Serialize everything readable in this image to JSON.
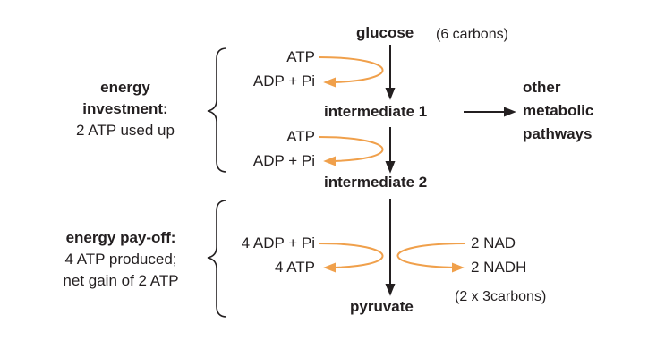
{
  "glucose": {
    "label": "glucose",
    "note": "(6 carbons)"
  },
  "intermediate1": "intermediate 1",
  "intermediate2": "intermediate 2",
  "pyruvate": {
    "label": "pyruvate",
    "note": "(2 x 3carbons)"
  },
  "other_pathways": [
    "other",
    "metabolic",
    "pathways"
  ],
  "step1": {
    "input": "ATP",
    "output": "ADP + Pi"
  },
  "step2": {
    "input": "ATP",
    "output": "ADP + Pi"
  },
  "payoff": {
    "input": "4 ADP + Pi",
    "output": "4 ATP",
    "nad_in": "2 NAD",
    "nad_out": "2 NADH"
  },
  "investment_label": [
    "energy",
    "investment:",
    "2 ATP used up"
  ],
  "payoff_label": [
    "energy pay-off:",
    "4 ATP produced;",
    "net gain of 2 ATP"
  ],
  "colors": {
    "text": "#231f20",
    "orange_arrow": "#f0a04b",
    "black_arrow": "#231f20"
  }
}
